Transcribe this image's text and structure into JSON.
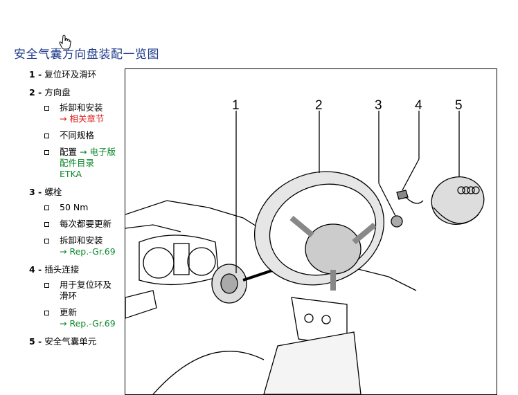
{
  "title": "安全气囊方向盘装配一览图",
  "items": [
    {
      "num": "1 -",
      "label": "复位环及滑环",
      "sub": []
    },
    {
      "num": "2 -",
      "label": "方向盘",
      "sub": [
        {
          "text": "拆卸和安装",
          "link": "→ 相关章节",
          "link_color": "#e02020"
        },
        {
          "text": "不同规格",
          "link": ""
        },
        {
          "text": "配置",
          "link": "→ 电子版配件目录 ETKA",
          "link_color": "#0a8a2a"
        }
      ]
    },
    {
      "num": "3 -",
      "label": "螺栓",
      "sub": [
        {
          "text": "50 Nm",
          "link": ""
        },
        {
          "text": "每次都要更新",
          "link": ""
        },
        {
          "text": "拆卸和安装",
          "link": "→ Rep.-Gr.69",
          "link_color": "#0a8a2a"
        }
      ]
    },
    {
      "num": "4 -",
      "label": "插头连接",
      "sub": [
        {
          "text": "用于复位环及滑环",
          "link": ""
        },
        {
          "text": "更新",
          "link": "→ Rep.-Gr.69",
          "link_color": "#0a8a2a"
        }
      ]
    },
    {
      "num": "5 -",
      "label": "安全气囊单元",
      "sub": []
    }
  ],
  "figure": {
    "callouts": [
      "1",
      "2",
      "3",
      "4",
      "5"
    ],
    "logo_text": "Audi rings"
  },
  "icons": {
    "cursor": "hand-pointer-icon",
    "bullet": "square-bullet-icon"
  }
}
